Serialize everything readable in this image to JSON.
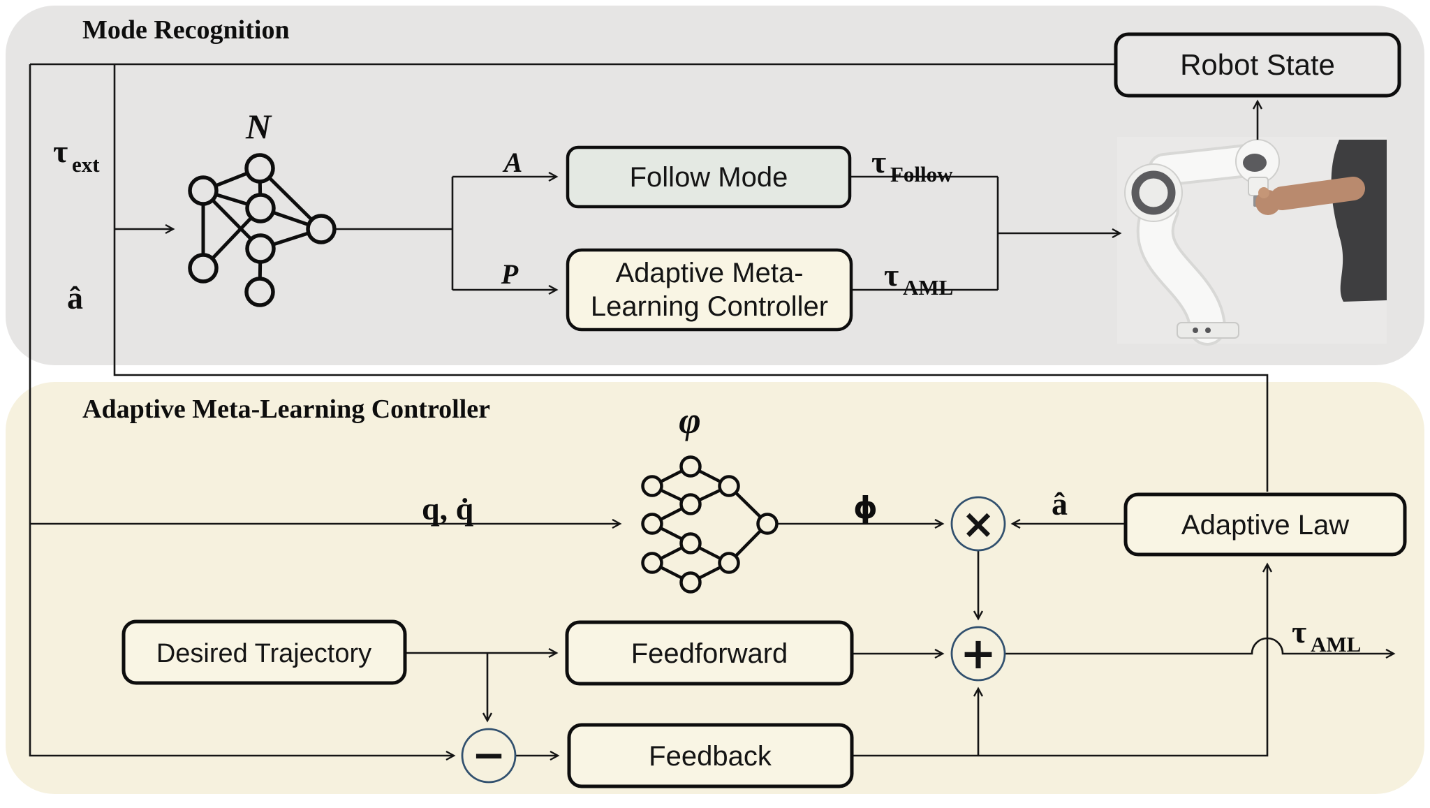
{
  "panels": {
    "top": {
      "title": "Mode Recognition"
    },
    "bottom": {
      "title": "Adaptive Meta-Learning Controller"
    }
  },
  "boxes": {
    "robot_state": "Robot State",
    "follow_mode": "Follow Mode",
    "aml_line1": "Adaptive Meta-",
    "aml_line2": "Learning Controller",
    "adaptive_law": "Adaptive Law",
    "desired_trajectory": "Desired Trajectory",
    "feedforward": "Feedforward",
    "feedback": "Feedback"
  },
  "labels": {
    "tau_ext_main": "τ",
    "tau_ext_sub": "ext",
    "a_hat_left": "â",
    "mode_network": "N",
    "branch_active": "A",
    "branch_passive": "P",
    "tau_follow_main": "τ",
    "tau_follow_sub": "Follow",
    "tau_aml_top_main": "τ",
    "tau_aml_top_sub": "AML",
    "phi_network": "φ",
    "q_qdot": "q, q̇",
    "phi_out": "ϕ",
    "a_hat_right": "â",
    "tau_aml_out_main": "τ",
    "tau_aml_out_sub": "AML"
  },
  "junctions": {
    "multiply": "×",
    "sum": "+",
    "difference": "−"
  },
  "colors": {
    "panel_gray": "#e6e5e4",
    "panel_cream": "#f6f1de",
    "box_gray": "#e8e7e6",
    "box_sage": "#e4e9e3",
    "box_cream": "#f9f5e4",
    "wire": "#141414",
    "junction_ring": "#31506e",
    "photo_bg": "#eae9e8",
    "sleeve": "#3e3e40",
    "skin": "#b98a6e",
    "robot_white": "#f8f8f7",
    "robot_joint_dark": "#5b5b5e"
  }
}
